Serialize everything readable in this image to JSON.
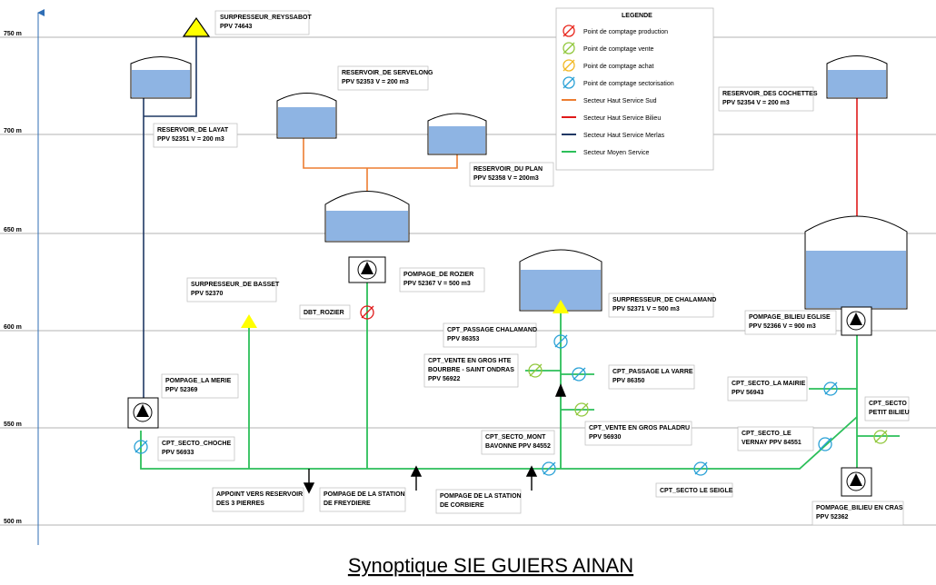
{
  "title": "Synoptique SIE GUIERS AINAN",
  "elevations": [
    "750 m",
    "700 m",
    "650 m",
    "600 m",
    "550 m",
    "500 m"
  ],
  "legend": {
    "title": "LEGENDE",
    "items": [
      {
        "label": "Point de comptage production",
        "color": "#e8261c",
        "kind": "meter"
      },
      {
        "label": "Point de comptage vente",
        "color": "#92c83e",
        "kind": "meter"
      },
      {
        "label": "Point de comptage achat",
        "color": "#f2b824",
        "kind": "meter"
      },
      {
        "label": "Point de comptage sectorisation",
        "color": "#2aa1d6",
        "kind": "meter"
      },
      {
        "label": "Secteur Haut Service Sud",
        "color": "#ed7d31",
        "kind": "line"
      },
      {
        "label": "Secteur Haut Service Bilieu",
        "color": "#e01a1a",
        "kind": "line"
      },
      {
        "label": "Secteur Haut Service Merlas",
        "color": "#1f3864",
        "kind": "line"
      },
      {
        "label": "Secteur Moyen Service",
        "color": "#2cbf5a",
        "kind": "line"
      }
    ]
  },
  "colors": {
    "tank_water": "#8eb4e3",
    "green": "#2cbf5a",
    "navy": "#1f3864",
    "orange": "#ed7d31",
    "red": "#e01a1a",
    "yellow": "#ffff00",
    "blue_meter": "#2aa1d6"
  },
  "labels": {
    "reyssabot": [
      "SURPRESSEUR_REYSSABOT",
      "PPV 74643"
    ],
    "layat": [
      "RESERVOIR_DE LAYAT",
      "PPV 52351  V = 200 m3"
    ],
    "servelong": [
      "RESERVOIR_DE SERVELONG",
      "PPV 52353   V = 200 m3"
    ],
    "plan": [
      "RESERVOIR_DU PLAN",
      "PPV 52358   V = 200m3"
    ],
    "cochettes": [
      "RESERVOIR_DES COCHETTES",
      "PPV 52354  V = 200 m3"
    ],
    "basset": [
      "SURPRESSEUR_DE BASSET",
      "PPV 52370"
    ],
    "rozier": [
      "POMPAGE_DE ROZIER",
      "PPV 52367   V = 500 m3"
    ],
    "dbt": [
      "DBT_ROZIER"
    ],
    "chalamand": [
      "SURPRESSEUR_DE CHALAMAND",
      "PPV 52371  V = 500 m3"
    ],
    "bilieu_eglise": [
      "POMPAGE_BILIEU EGLISE",
      "PPV 52366  V = 900 m3"
    ],
    "passage_chal": [
      "CPT_PASSAGE CHALAMAND",
      "PPV 86353"
    ],
    "vente_hte": [
      "CPT_VENTE EN GROS HTE",
      "BOURBRE - SAINT ONDRAS",
      "PPV 56922"
    ],
    "passage_varre": [
      "CPT_PASSAGE LA VARRE",
      "PPV 86350"
    ],
    "merie": [
      "POMPAGE_LA MERIE",
      "PPV 52369"
    ],
    "choche": [
      "CPT_SECTO_CHOCHE",
      "PPV 56933"
    ],
    "mairie": [
      "CPT_SECTO_LA MAIRIE",
      "PPV 56943"
    ],
    "petit_bilieu": [
      "CPT_SECTO",
      "PETIT BILIEU"
    ],
    "paladru": [
      "CPT_VENTE EN GROS PALADRU",
      "PPV 56930"
    ],
    "mont": [
      "CPT_SECTO_MONT",
      "BAVONNE PPV 84552"
    ],
    "vernay": [
      "CPT_SECTO_LE",
      "VERNAY PPV 84551"
    ],
    "appoint": [
      "APPOINT VERS RESERVOIR",
      "DES 3 PIERRES"
    ],
    "freydiere": [
      "POMPAGE DE LA STATION",
      "DE FREYDIERE"
    ],
    "corbiere": [
      "POMPAGE DE LA STATION",
      "DE CORBIERE"
    ],
    "seigle": [
      "CPT_SECTO LE SEIGLE"
    ],
    "bilieu_cras": [
      "POMPAGE_BILIEU EN CRAS",
      "PPV 52362"
    ]
  }
}
